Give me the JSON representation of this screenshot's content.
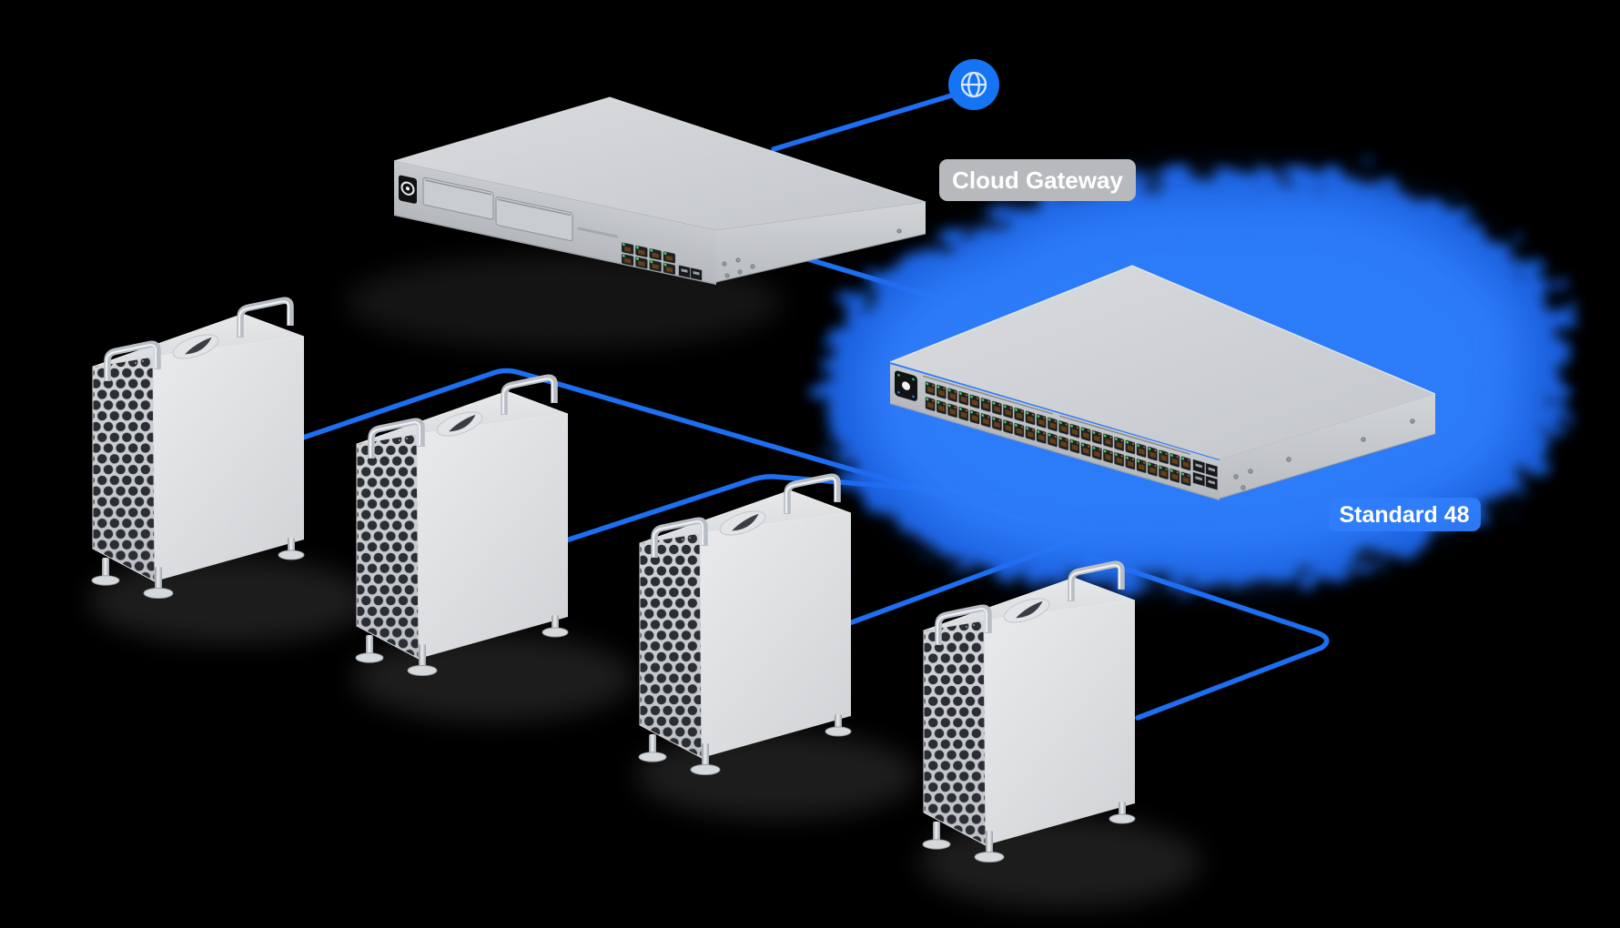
{
  "scene": {
    "background_color": "#000000",
    "description": "Isometric network topology marketing diagram"
  },
  "internet": {
    "icon": "globe-icon",
    "color": "#1574f4",
    "glyph_color": "#d9e7fd"
  },
  "gateway": {
    "label": "Cloud Gateway",
    "label_bg": "#b7b9bc",
    "label_text_color": "#ffffff",
    "drive_bays": 2,
    "rj45_ports": 8,
    "sfp_ports": 2
  },
  "switch": {
    "label": "Standard 48",
    "label_bg": "#2f7dfa",
    "label_text_color": "#ffffff",
    "glow_color": "#2e7dfb",
    "glow_edge_color": "#1b66ee",
    "rj45_ports": 48,
    "sfp_ports": 4
  },
  "workstations": {
    "count": 4,
    "style": "tower-workstation"
  },
  "connections": {
    "color": "#1d6ff2",
    "links": [
      {
        "from": "internet",
        "to": "cloud-gateway"
      },
      {
        "from": "cloud-gateway",
        "to": "switch-standard-48"
      },
      {
        "from": "workstation-1",
        "to": "switch-standard-48"
      },
      {
        "from": "workstation-2",
        "to": "switch-standard-48"
      },
      {
        "from": "workstation-3",
        "to": "switch-standard-48"
      },
      {
        "from": "workstation-4",
        "to": "switch-standard-48"
      }
    ]
  }
}
